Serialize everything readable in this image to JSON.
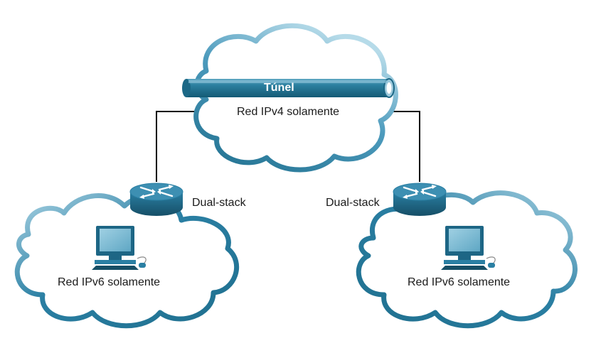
{
  "diagram": {
    "tunnel_label": "Túnel",
    "ipv4_cloud_label": "Red IPv4 solamente",
    "left_router_label": "Dual-stack",
    "right_router_label": "Dual-stack",
    "left_cloud_label": "Red IPv6 solamente",
    "right_cloud_label": "Red IPv6 solamente"
  },
  "colors": {
    "cloud_dark": "#2a7fa3",
    "cloud_light": "#a9d3e4",
    "tunnel": "#1f6f8e",
    "router": "#1d6685",
    "link": "#000000"
  },
  "icons": {
    "router": "router-icon",
    "computer": "computer-icon"
  }
}
